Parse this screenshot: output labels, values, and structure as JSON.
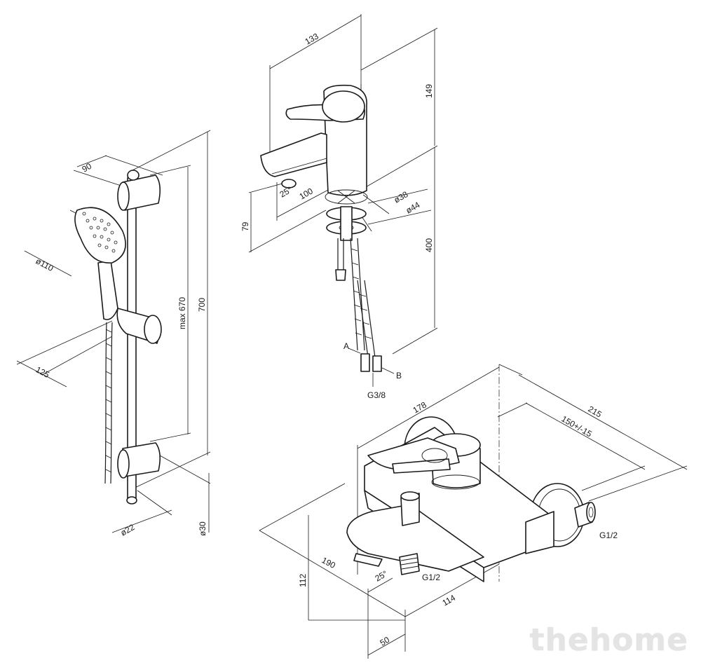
{
  "dimensions": {
    "rail_width": "90",
    "head_diameter": "ø110",
    "head_offset": "125",
    "rail_length": "700",
    "max_slide": "max 670",
    "rail_diameter": "ø22",
    "bracket_diameter": "ø30",
    "basin_width": "133",
    "basin_height_top": "149",
    "basin_height_bottom": "400",
    "basin_spout_reach": "100",
    "basin_spout_height": "79",
    "basin_hole": "ø38",
    "basin_base": "ø44",
    "basin_angle": "25°",
    "hose_a": "A",
    "hose_b": "B",
    "hose_thread": "G3/8",
    "bath_width": "178",
    "bath_total": "215",
    "bath_centers": "150+/-15",
    "bath_thread_side": "G1/2",
    "bath_thread_bottom": "G1/2",
    "bath_depth": "190",
    "bath_angle": "25°",
    "bath_height": "112",
    "bath_spout_offset": "114",
    "bath_spout_width": "50"
  },
  "watermark": "thehome"
}
